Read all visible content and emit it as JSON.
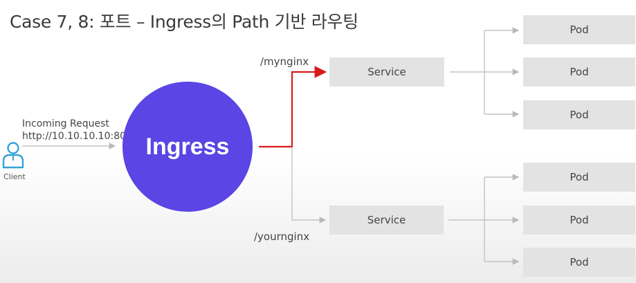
{
  "title": "Case 7, 8: 포트 – Ingress의 Path 기반 라우팅",
  "ingress": {
    "label": "Ingress",
    "color": "#5b45e4"
  },
  "client": {
    "label": "Client",
    "icon": "user-icon",
    "color": "#35a2d8"
  },
  "request": {
    "title": "Incoming Request",
    "url": "http://10.10.10.10:80"
  },
  "routes": [
    {
      "path": "/mynginx",
      "service": "Service",
      "active": true,
      "pods": [
        "Pod",
        "Pod",
        "Pod"
      ]
    },
    {
      "path": "/yournginx",
      "service": "Service",
      "active": false,
      "pods": [
        "Pod",
        "Pod",
        "Pod"
      ]
    }
  ],
  "colors": {
    "active_route": "#d91a1a",
    "connector": "#b9b9b9",
    "box": "#e3e3e3"
  }
}
